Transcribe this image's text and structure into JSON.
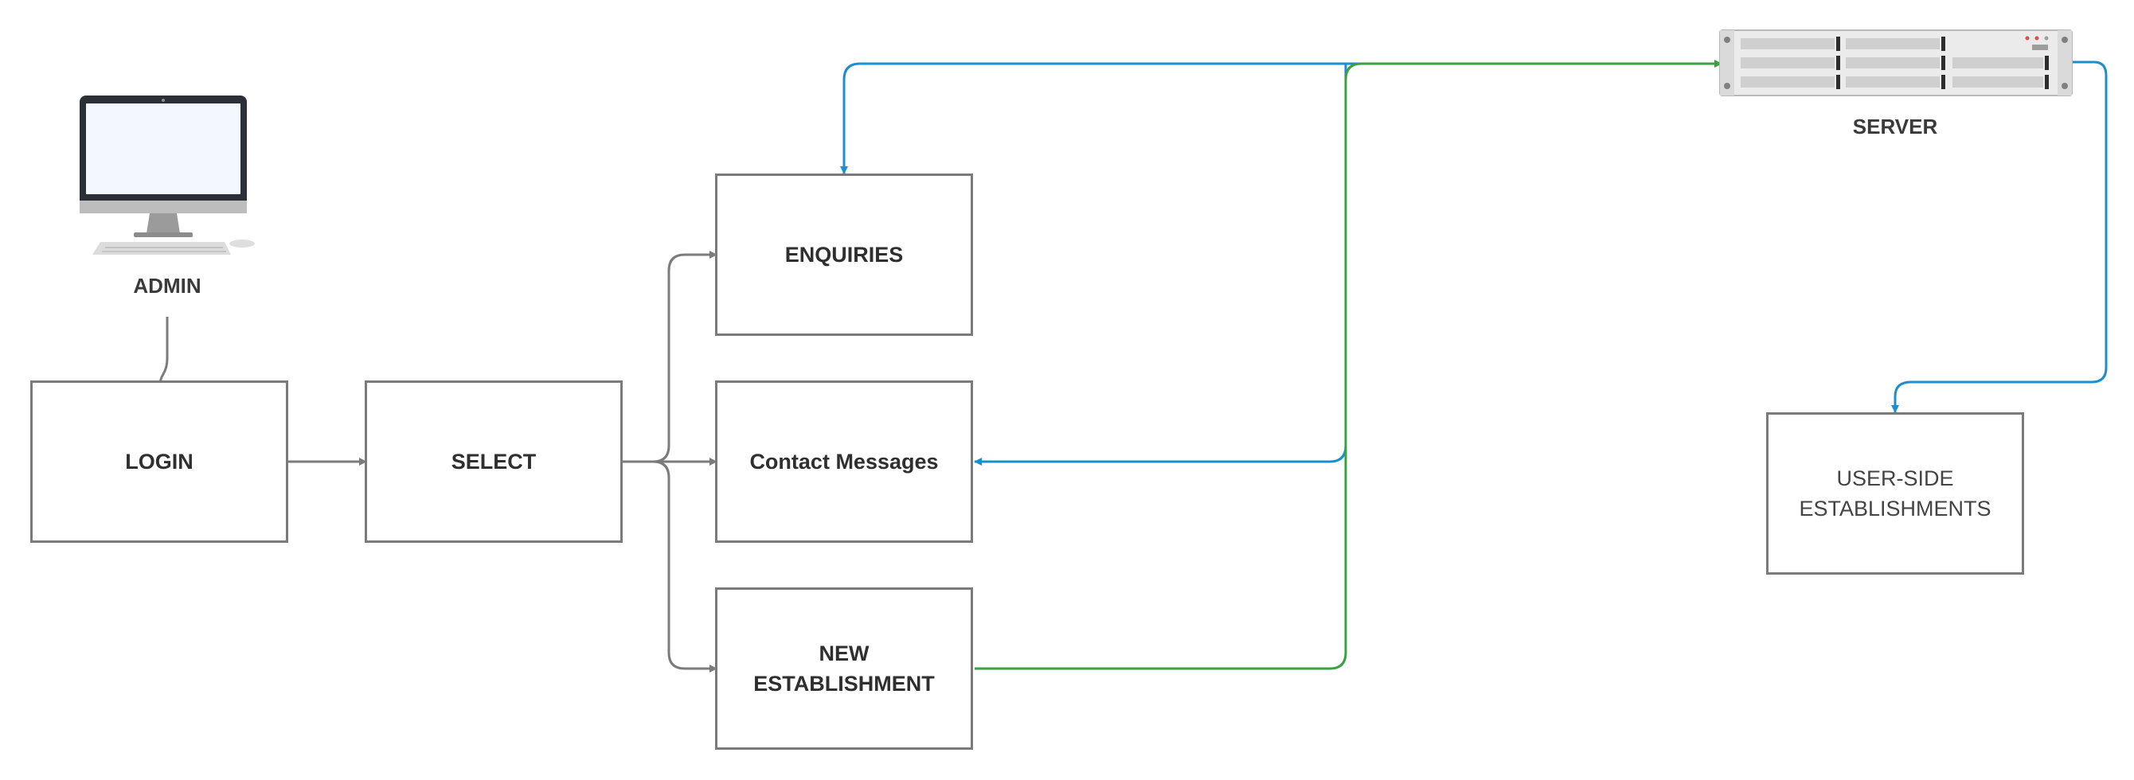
{
  "colors": {
    "box_border": "#7a7a7a",
    "gray_connector": "#7b7b7b",
    "blue_connector": "#1a8fcb",
    "green_connector": "#3aa142"
  },
  "icons": {
    "admin": "desktop-computer-icon",
    "server": "rack-server-icon"
  },
  "nodes": {
    "admin": {
      "label": "ADMIN"
    },
    "server": {
      "label": "SERVER"
    },
    "login": {
      "label": "LOGIN"
    },
    "select": {
      "label": "SELECT"
    },
    "enquiries": {
      "label": "ENQUIRIES"
    },
    "contact_messages": {
      "label": "Contact Messages"
    },
    "new_establishment": {
      "label": "NEW ESTABLISHMENT"
    },
    "user_side_establishments": {
      "label": "USER-SIDE ESTABLISHMENTS"
    }
  }
}
